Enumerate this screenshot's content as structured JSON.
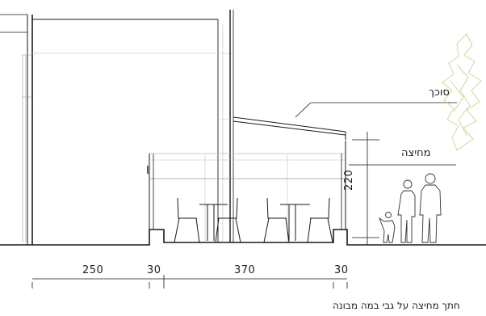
{
  "labels": {
    "awning": "סוכך",
    "partition": "מחיצה",
    "height": "220",
    "caption": "חתך מחיצה על גבי במה מבונה"
  },
  "dimensions": [
    "250",
    "30",
    "370",
    "30"
  ],
  "colors": {
    "line": "#1a1a1a",
    "light": "#c9c9c9",
    "tree": "#d8dca0"
  }
}
